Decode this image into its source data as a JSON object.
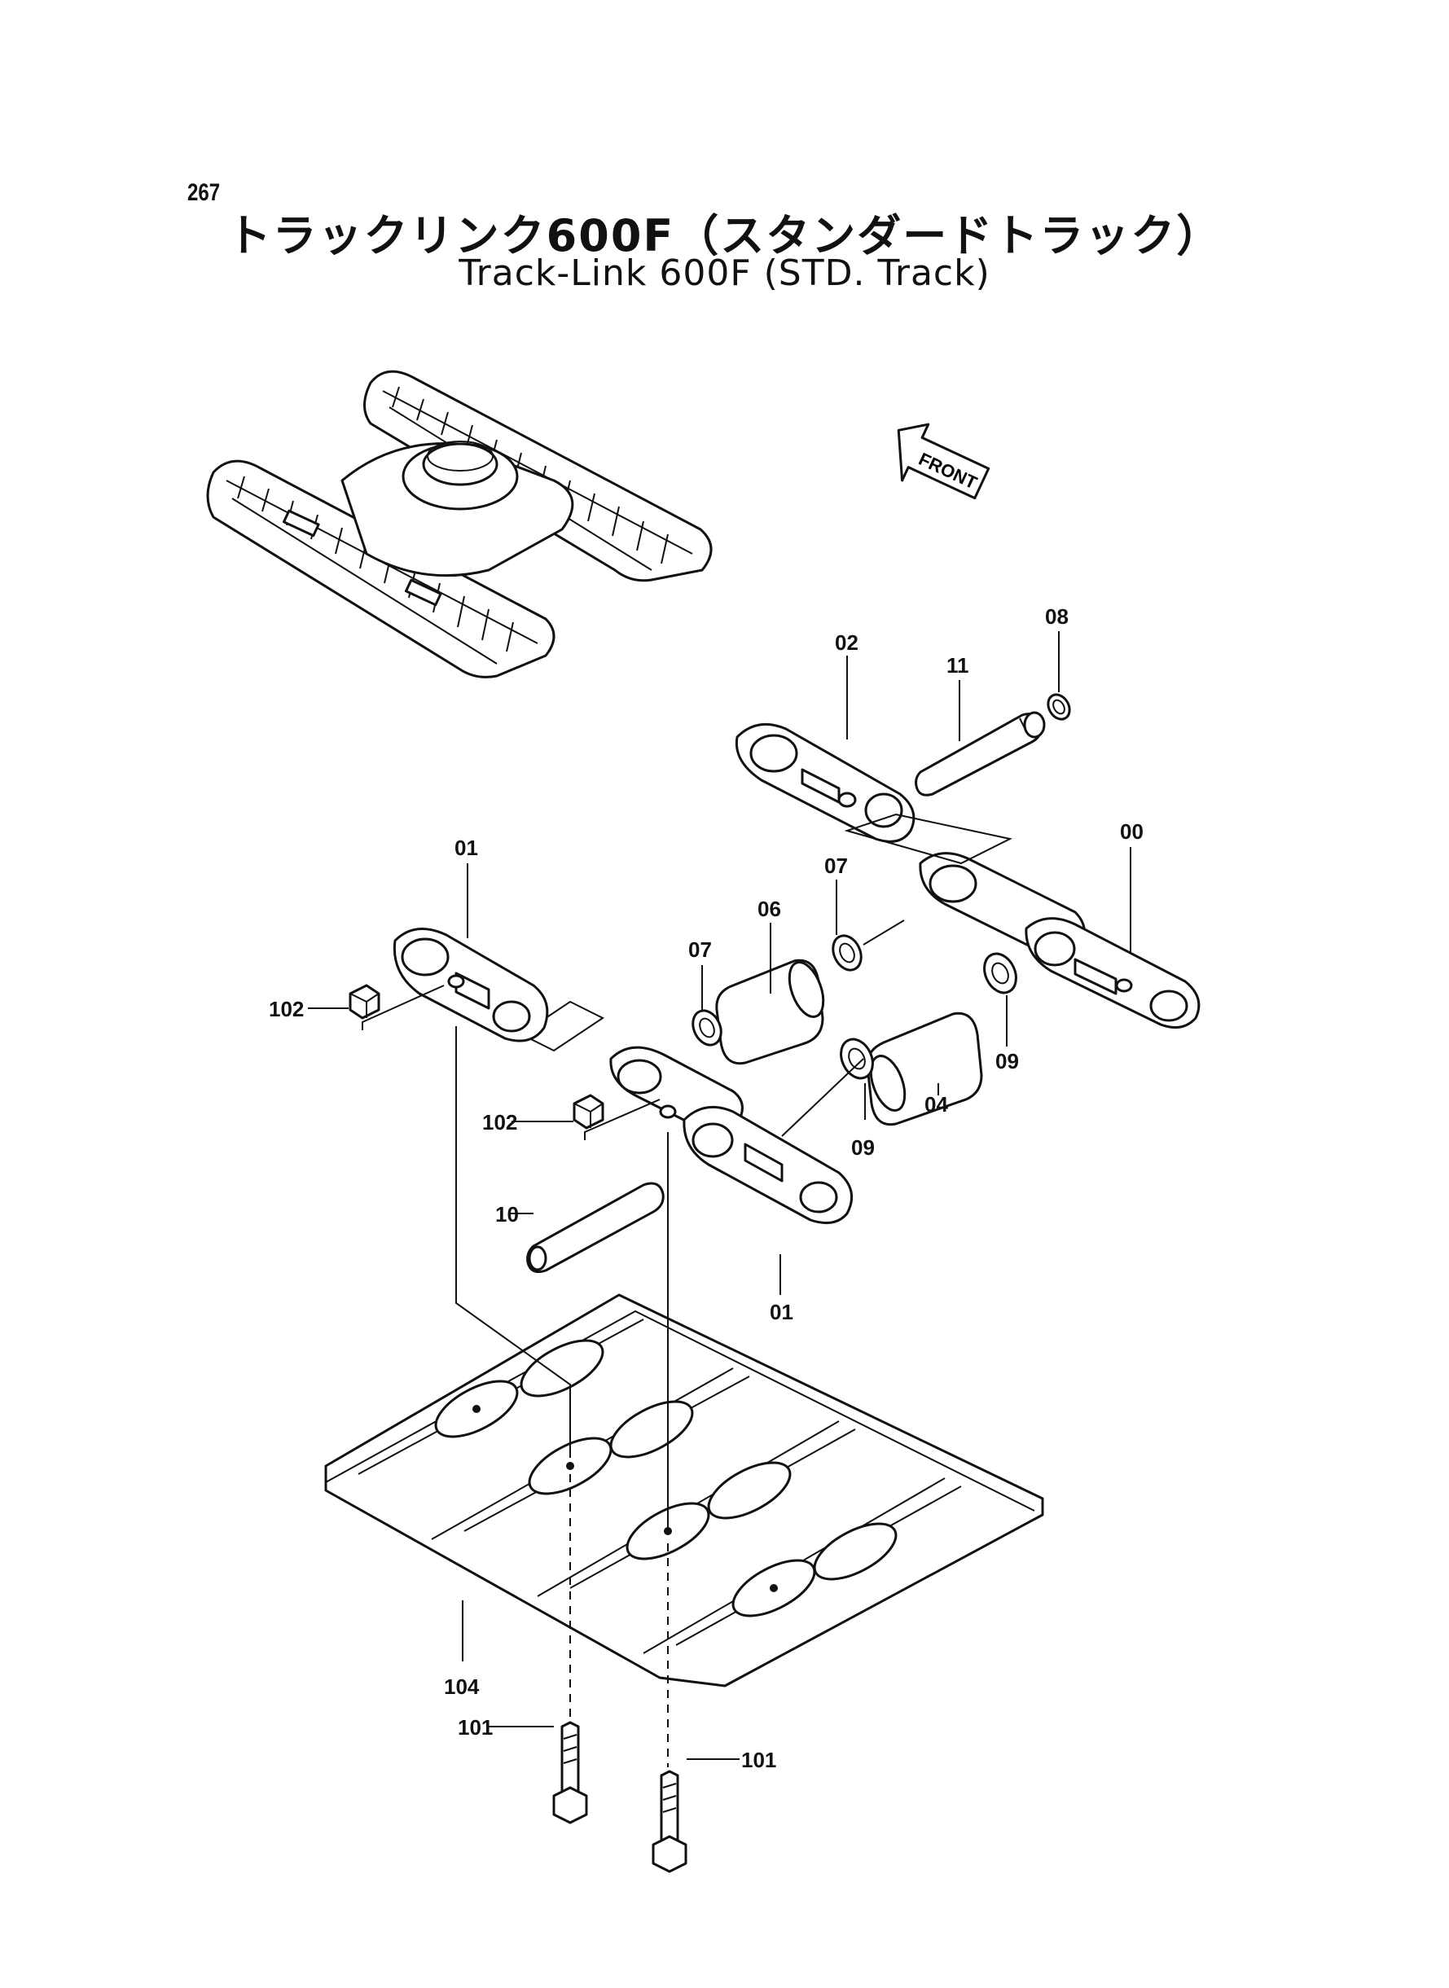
{
  "page_number": "267",
  "title_jp": "トラックリンク600F（スタンダードトラック）",
  "title_en": "Track-Link 600F (STD. Track)",
  "front_label": "FRONT",
  "callouts": {
    "c00": "00",
    "c01a": "01",
    "c01b": "01",
    "c02": "02",
    "c04": "04",
    "c06": "06",
    "c07a": "07",
    "c07b": "07",
    "c08": "08",
    "c09a": "09",
    "c09b": "09",
    "c10": "10",
    "c11": "11",
    "c101a": "101",
    "c101b": "101",
    "c102a": "102",
    "c102b": "102",
    "c104": "104"
  }
}
